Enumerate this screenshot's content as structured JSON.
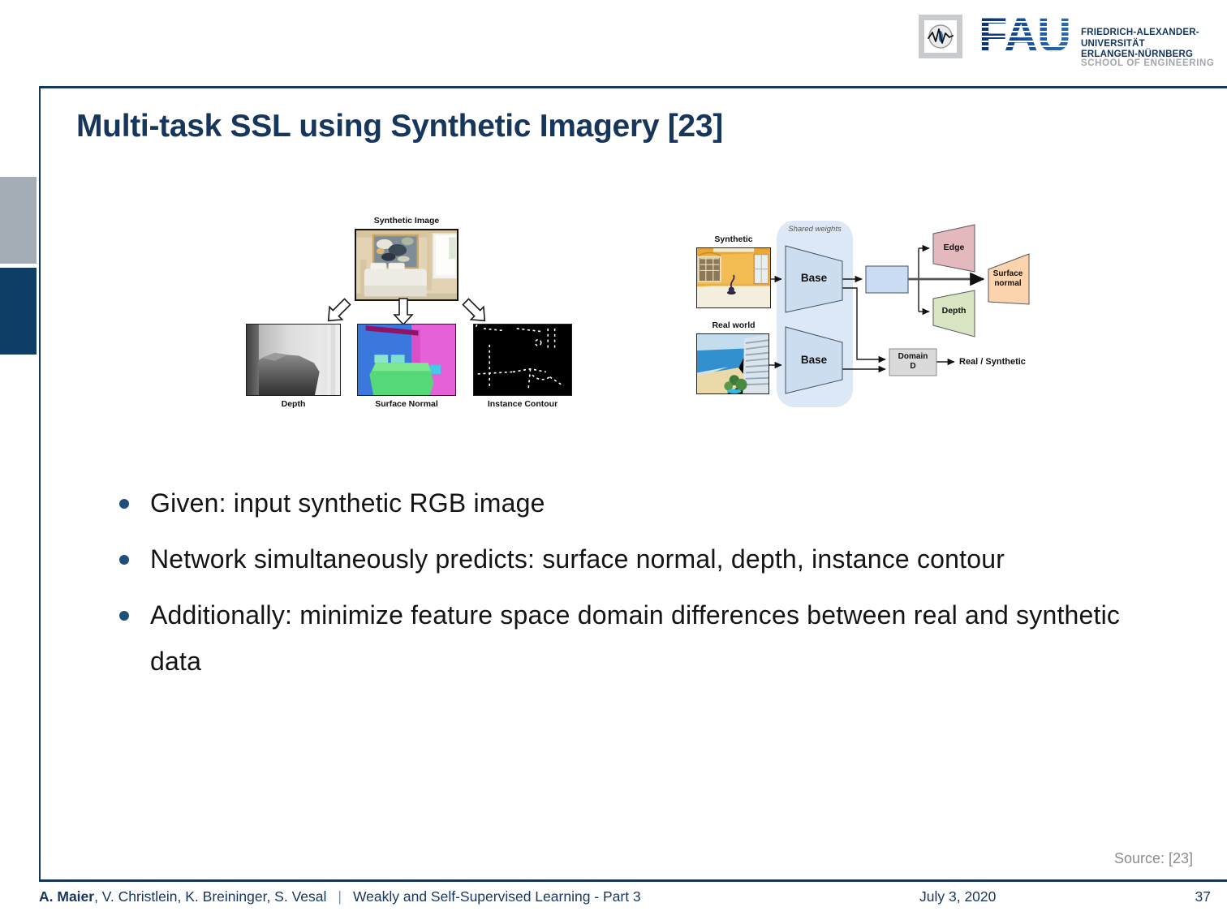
{
  "header": {
    "fau_wordmark": "FAU",
    "university_line1": "FRIEDRICH-ALEXANDER-",
    "university_line2": "UNIVERSITÄT",
    "university_line3": "ERLANGEN-NÜRNBERG",
    "school": "SCHOOL OF ENGINEERING"
  },
  "slide": {
    "title": "Multi-task SSL using Synthetic Imagery [23]",
    "bullets": [
      "Given: input synthetic RGB image",
      "Network simultaneously predicts: surface normal, depth, instance contour",
      "Additionally: minimize feature space domain differences between real and synthetic data"
    ],
    "source": "Source: [23]"
  },
  "figure_left": {
    "input_label": "Synthetic Image",
    "output_depth": "Depth",
    "output_surface_normal": "Surface Normal",
    "output_instance_contour": "Instance Contour"
  },
  "figure_right": {
    "shared_weights": "Shared weights",
    "synthetic": "Synthetic",
    "real_world": "Real world",
    "base_top": "Base",
    "base_bottom": "Base",
    "edge": "Edge",
    "surface_normal": "Surface normal",
    "depth": "Depth",
    "domain_line1": "Domain",
    "domain_line2": "D",
    "discriminator_output": "Real / Synthetic"
  },
  "footer": {
    "author_primary": "A. Maier",
    "authors_rest": ", V. Christlein, K. Breininger, S. Vesal",
    "separator": "|",
    "course": "Weakly and Self-Supervised Learning - Part 3",
    "date": "July 3, 2020",
    "page_number": "37"
  },
  "colors": {
    "brand_navy": "#17365d",
    "sidebar_gray": "#a4adb5",
    "sidebar_navy": "#0e3d66",
    "base_fill": "#cdddf0",
    "edge_fill": "#e4b9bd",
    "depth_fill": "#d8e4c2",
    "surface_normal_fill": "#fbd3ac",
    "domain_fill": "#dadada",
    "shared_weights_fill": "#dce8f5",
    "source_gray": "#8c8c8c"
  }
}
